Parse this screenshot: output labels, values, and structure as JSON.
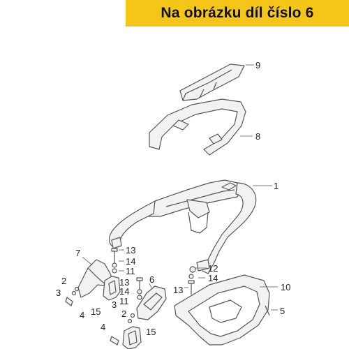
{
  "banner": {
    "text": "Na obrázku díl číslo 6",
    "background": "#f5c518"
  },
  "labels": {
    "l9": "9",
    "l8": "8",
    "l1": "1",
    "l7": "7",
    "l13a": "13",
    "l14a": "14",
    "l11a": "11",
    "l6": "6",
    "l13b": "13",
    "l14b": "14",
    "l11b": "11",
    "l12": "12",
    "l14c": "14",
    "l13c": "13",
    "l10": "10",
    "l2a": "2",
    "l3a": "3",
    "l4a": "4",
    "l15a": "15",
    "l3b": "3",
    "l2b": "2",
    "l4b": "4",
    "l15b": "15",
    "l5": "5"
  },
  "colors": {
    "line": "#555555",
    "fill": "#f2f2f2",
    "label": "#222222"
  }
}
